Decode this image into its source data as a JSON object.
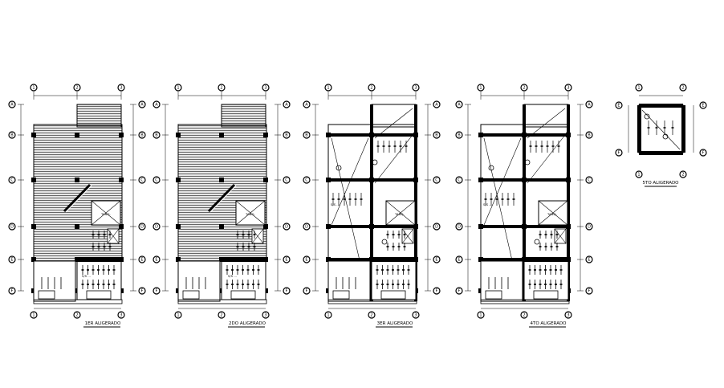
{
  "plans": [
    {
      "caption": "1ER ALIGERADO",
      "note": "S/S ...",
      "tank": "TANQ."
    },
    {
      "caption": "2DO ALIGERADO",
      "note": "S/S ...",
      "tank": "TANQ."
    },
    {
      "caption": "3ER ALIGERADO",
      "note": "S/S ...",
      "tank": "TANQ."
    },
    {
      "caption": "4TO ALIGERADO",
      "note": "S/S ...",
      "tank": "TANQ."
    },
    {
      "caption": "5TO ALIGERADO"
    }
  ],
  "grid_bubbles": {
    "columns": [
      "1",
      "2",
      "3"
    ],
    "rows": [
      "A",
      "B",
      "C",
      "D",
      "E",
      "F"
    ]
  },
  "colors": {
    "line": "#000000",
    "background": "#ffffff"
  }
}
